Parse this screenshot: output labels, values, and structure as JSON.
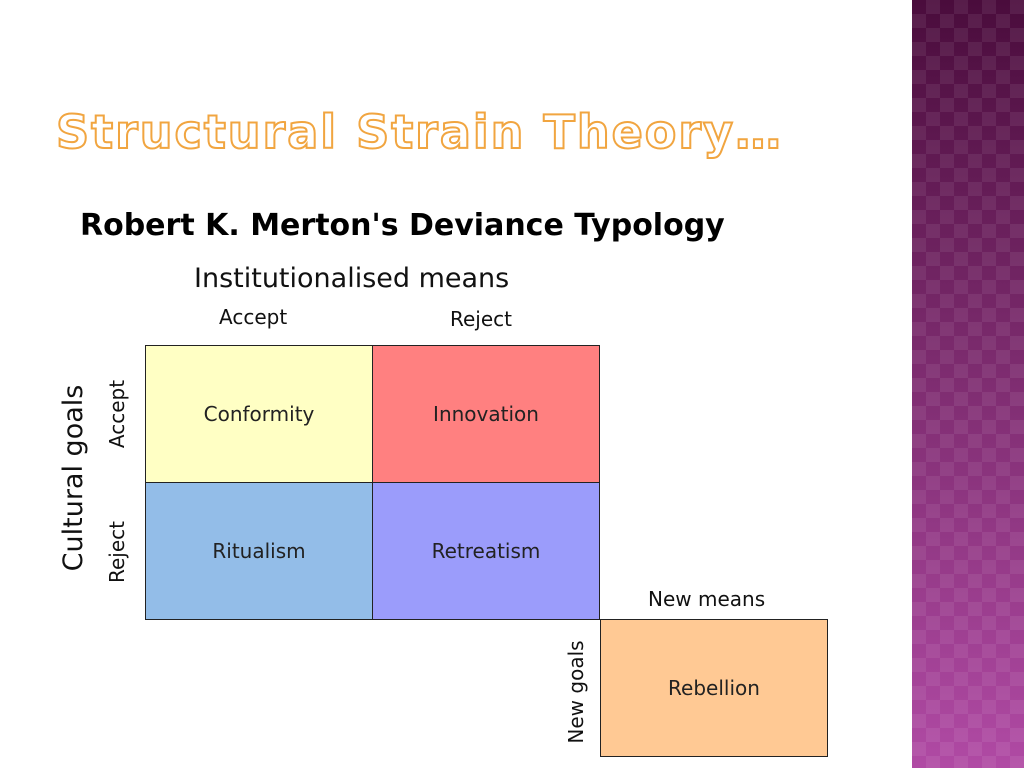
{
  "slide": {
    "title": "Structural Strain Theory…"
  },
  "diagram": {
    "title": "Robert K. Merton's Deviance Typology",
    "top_axis": "Institutionalised means",
    "left_axis": "Cultural goals",
    "columns": {
      "accept": "Accept",
      "reject": "Reject",
      "new": "New means"
    },
    "rows": {
      "accept": "Accept",
      "reject": "Reject",
      "new": "New goals"
    },
    "cells": {
      "conformity": "Conformity",
      "innovation": "Innovation",
      "ritualism": "Ritualism",
      "retreatism": "Retreatism",
      "rebellion": "Rebellion"
    },
    "colors": {
      "conformity": "#ffffc4",
      "innovation": "#ff8080",
      "ritualism": "#93bde8",
      "retreatism": "#9b9cfb",
      "rebellion": "#ffc994",
      "title_outline": "#f1a540",
      "side_band": "#8a2a7e"
    }
  }
}
